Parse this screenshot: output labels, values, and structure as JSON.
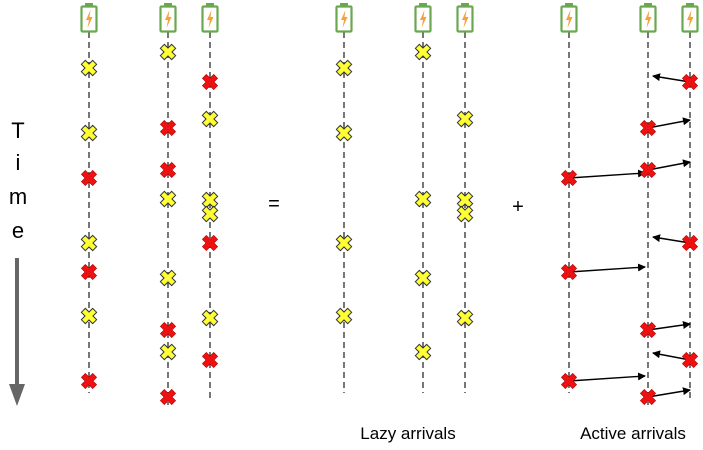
{
  "time_label": [
    "T",
    "i",
    "m",
    "e"
  ],
  "operators": {
    "equals": "=",
    "plus": "+"
  },
  "captions": {
    "lazy": "Lazy arrivals",
    "active": "Active arrivals"
  },
  "colors": {
    "battery_border": "#6aa84f",
    "battery_fill": "#ffffff",
    "bolt": "#f6a13a",
    "lazy_mark": "#ffff33",
    "active_mark": "#ee1111",
    "mark_outline": "#333333",
    "timeline": "#555555",
    "time_arrow": "#666666",
    "link_arrow": "#000000"
  },
  "icons": {
    "battery": "battery-icon",
    "lazy_mark": "yellow-x-icon",
    "active_mark": "red-x-icon"
  }
}
